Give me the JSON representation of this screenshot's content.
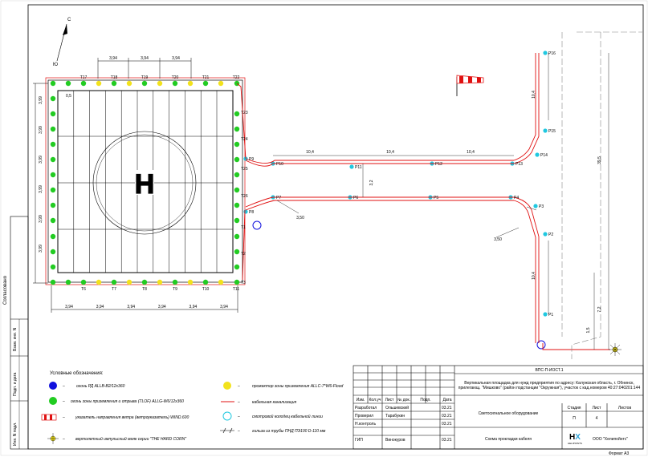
{
  "document": {
    "code": "ВПС-П-ИОСТ.1",
    "project_title": "Вертикальная площадка для нужд предприятия по адресу: Калужская область, г. Обнинск, прилегающ. \"Мишково\" (район подстанции \"Окружная\"), участок с кад.номером 40:27:040201:144",
    "sheet_title_1": "Светосигнальное оборудование",
    "sheet_title_2": "Схема прокладки кабеля",
    "stage": "П",
    "sheet": "4",
    "company": "ООО \"Хелипойнтс\"",
    "logo_text": "HELIPOINTS",
    "format": "Формат А3"
  },
  "title_block": {
    "header": [
      "Изм.",
      "Кол.уч",
      "Лист",
      "№ док.",
      "Подп.",
      "Дата"
    ],
    "rows": [
      {
        "role": "Разработал",
        "name": "Ольшевский",
        "date": "03.21"
      },
      {
        "role": "Проверил",
        "name": "Тарабукин",
        "date": "03.21"
      },
      {
        "role": "Н.контроль",
        "name": "",
        "date": "03.21"
      },
      {
        "role": "ГИП",
        "name": "Винокуров",
        "date": "03.21"
      }
    ],
    "col_stage": "Стадия",
    "col_sheet": "Лист",
    "col_sheets": "Листов"
  },
  "side_stamp": [
    "Согласовано",
    "Взам. инв. N",
    "Подп. и дата",
    "Инв. N подл."
  ],
  "legend": {
    "title": "Условные обозначения:",
    "items": [
      {
        "text": "огонь РД ALLB-B2/12x360",
        "icon": "blue-circle-icon"
      },
      {
        "text": "огонь зоны приземления и отрыва (TLOF) ALLG-W6/12x360",
        "icon": "green-circle-icon"
      },
      {
        "text": "указатель направления ветра (ветроуказатель) WIND.600",
        "icon": "windsock-icon"
      },
      {
        "text": "вертолетный импульсный маяк серии \"THE HARD CORN\"",
        "icon": "beacon-icon"
      },
      {
        "text": "прожектор зоны приземления ALLC-7*W6-Flood",
        "icon": "yellow-circle-icon"
      },
      {
        "text": "кабельная канализация",
        "icon": "red-line-icon"
      },
      {
        "text": "смотровой колодец кабельной линии",
        "icon": "cyan-circle-icon"
      },
      {
        "text": "гильза из трубы ПНД ПЭ100 D-110 мм",
        "icon": "sleeve-icon"
      }
    ]
  },
  "plan": {
    "north": [
      "С",
      "Ю"
    ],
    "helipad_letter": "H",
    "dim_top": [
      "3,94",
      "3,94",
      "3,94"
    ],
    "dim_bottom": [
      "3,94",
      "3,94",
      "3,94",
      "3,94",
      "3,94",
      "3,94"
    ],
    "dim_left": [
      "3,99",
      "3,99",
      "3,99",
      "3,99",
      "3,99",
      "3,99"
    ],
    "offset_label": "0,5",
    "top_labels": [
      "T17",
      "T18",
      "T19",
      "T20",
      "T21",
      "T22"
    ],
    "bottom_labels": [
      "T6",
      "T7",
      "T8",
      "T9",
      "T10",
      "T11"
    ],
    "right_labels": [
      "T23",
      "T24",
      "T25",
      "T26",
      "T1",
      "T2",
      "T3"
    ],
    "pit_labels": [
      "P1",
      "P2",
      "P3",
      "P4",
      "P5",
      "P6",
      "P7",
      "P8",
      "P9",
      "P10",
      "P11",
      "P12",
      "P13",
      "P14",
      "P15",
      "P16"
    ],
    "dims_route": [
      "10,4",
      "10,4",
      "10,4",
      "3,2",
      "3,50",
      "3,50",
      "10,4",
      "10,4",
      "39,5",
      "7,2",
      "1,5"
    ]
  },
  "colors": {
    "route": "#e01010",
    "green": "#22cc22",
    "yellow": "#f2e21c",
    "blue": "#1010dd",
    "cyan": "#20c8e0",
    "frame_red": "#e01010"
  }
}
